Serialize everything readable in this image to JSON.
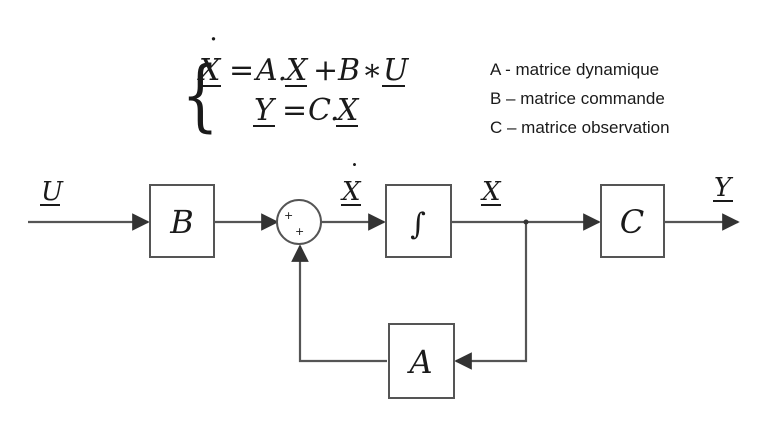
{
  "equations": {
    "eq1": {
      "lhs": "X",
      "dot": "˙",
      "equals": "=",
      "term_a": "A.",
      "term_x": "X",
      "plus": "+",
      "term_b": "B",
      "star": "∗",
      "term_u": "U"
    },
    "eq2": {
      "lhs": "Y",
      "equals": "=",
      "term_c": "C.",
      "term_x": "X"
    },
    "brace": "{"
  },
  "legend": [
    "A - matrice dynamique",
    "B – matrice commande",
    "C – matrice observation"
  ],
  "diagram": {
    "blocks": {
      "b": "B",
      "integrator": "∫",
      "c": "C",
      "a": "A"
    },
    "signals": {
      "input": "U",
      "xdot": "X",
      "xdot_mark": "˙",
      "state": "X",
      "output": "Y"
    },
    "summing_signs": [
      "+",
      "+"
    ]
  }
}
